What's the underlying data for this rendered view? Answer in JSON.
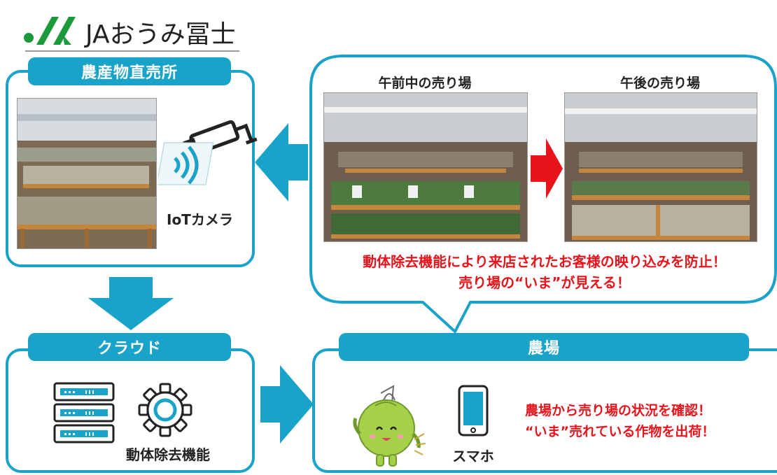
{
  "logo": {
    "name": "JAおうみ冨士"
  },
  "panels": {
    "store": {
      "title": "農産物直売所",
      "camera_label": "IoTカメラ"
    },
    "cloud": {
      "title": "クラウド",
      "function_label": "動体除去機能"
    },
    "farm": {
      "title": "農場",
      "phone_label": "スマホ",
      "message_line1": "農場から売り場の状況を確認！",
      "message_line2": "“いま”売れている作物を出荷！"
    },
    "callout": {
      "morning_label": "午前中の売り場",
      "afternoon_label": "午後の売り場",
      "message_line1": "動体除去機能により来店されたお客様の映り込みを防止！",
      "message_line2": "売り場の“いま”が見える！"
    }
  },
  "colors": {
    "accent": "#1aa3c9",
    "alert": "#e8141b",
    "mascot": "#9ccc3c"
  }
}
